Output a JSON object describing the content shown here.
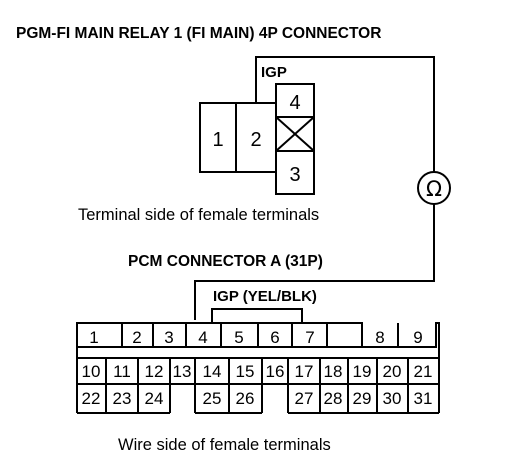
{
  "relay": {
    "title": "PGM-FI MAIN RELAY 1 (FI MAIN) 4P CONNECTOR",
    "wire_label": "IGP",
    "terminals": [
      "1",
      "2",
      "4",
      "3"
    ],
    "caption": "Terminal side of female terminals"
  },
  "meter": {
    "symbol": "Ω",
    "icon": "ohmmeter-icon"
  },
  "pcm": {
    "title": "PCM CONNECTOR A (31P)",
    "wire_label": "IGP (YEL/BLK)",
    "row1": [
      "1",
      "2",
      "3",
      "4",
      "5",
      "6",
      "7",
      "",
      "8",
      "9"
    ],
    "row2": [
      "10",
      "11",
      "12",
      "13",
      "14",
      "15",
      "16",
      "17",
      "18",
      "19",
      "20",
      "21"
    ],
    "row3": [
      "22",
      "23",
      "24",
      "",
      "25",
      "26",
      "",
      "27",
      "28",
      "29",
      "30",
      "31"
    ],
    "caption": "Wire side of female terminals"
  }
}
